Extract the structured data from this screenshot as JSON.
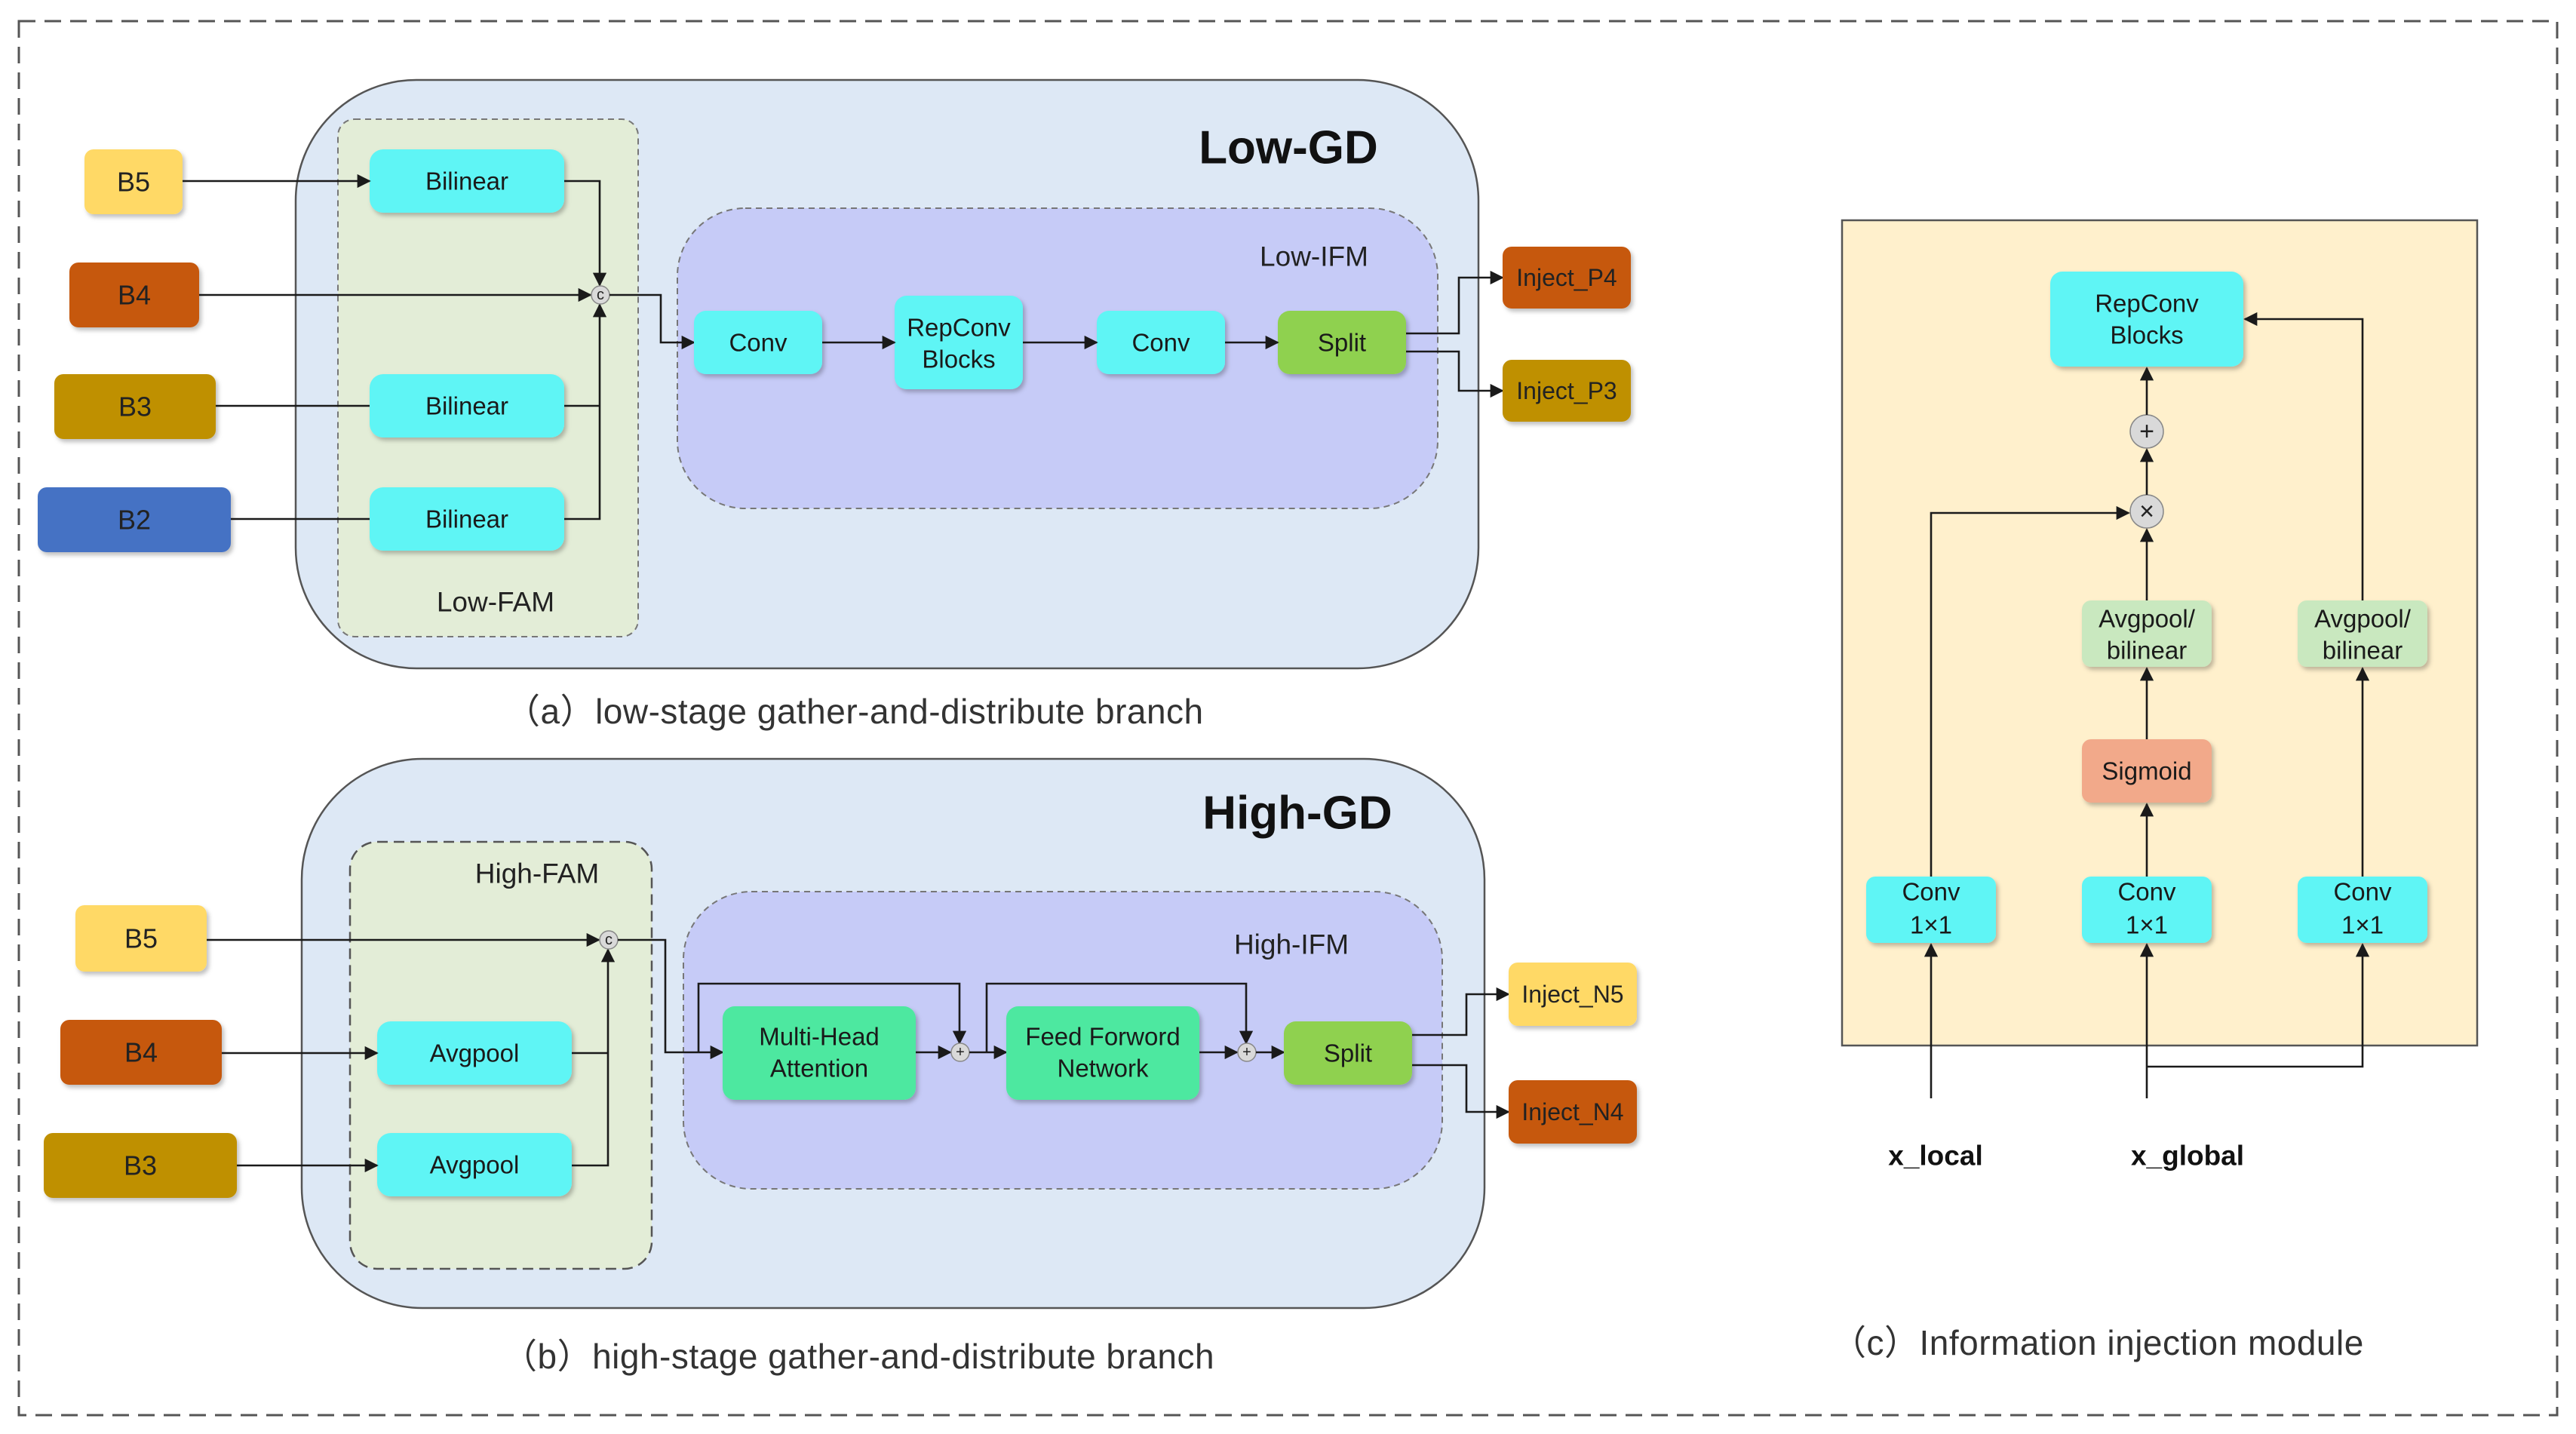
{
  "colors": {
    "panel_fill": "#dde8f5",
    "panel_stroke": "#555555",
    "fam_fill": "#e3edd7",
    "ifm_fill": "#c6cbf7",
    "cyan_block": "#5ef5f5",
    "green_block": "#8fd14f",
    "mint_block": "#4de8a0",
    "sigmoid_block": "#f2a98a",
    "pool_block": "#c9e8bf",
    "module_bg": "#fff0cc",
    "B5": "#ffd966",
    "B4": "#c65911",
    "B3": "#bf9000",
    "B2": "#4472c4",
    "inject_orange": "#c65911",
    "inject_gold": "#bf9000",
    "inject_yellow": "#ffd966"
  },
  "low_gd": {
    "title": "Low-GD",
    "fam_label": "Low-FAM",
    "ifm_label": "Low-IFM",
    "inputs": [
      "B5",
      "B4",
      "B3",
      "B2"
    ],
    "bilinear_labels": [
      "Bilinear",
      "Bilinear",
      "Bilinear"
    ],
    "concat_symbol": "c",
    "blocks": {
      "conv1": "Conv",
      "repconv_line1": "RepConv",
      "repconv_line2": "Blocks",
      "conv2": "Conv",
      "split": "Split"
    },
    "outputs": [
      "Inject_P4",
      "Inject_P3"
    ],
    "caption": "（a）low-stage gather-and-distribute branch"
  },
  "high_gd": {
    "title": "High-GD",
    "fam_label": "High-FAM",
    "ifm_label": "High-IFM",
    "inputs": [
      "B5",
      "B4",
      "B3"
    ],
    "avgpool_labels": [
      "Avgpool",
      "Avgpool"
    ],
    "concat_symbol": "c",
    "add_symbol": "+",
    "blocks": {
      "mha_line1": "Multi-Head",
      "mha_line2": "Attention",
      "ffn_line1": "Feed Forword",
      "ffn_line2": "Network",
      "split": "Split"
    },
    "outputs": [
      "Inject_N5",
      "Inject_N4"
    ],
    "caption": "（b）high-stage gather-and-distribute branch"
  },
  "injection": {
    "repconv_line1": "RepConv",
    "repconv_line2": "Blocks",
    "add_symbol": "+",
    "mul_symbol": "×",
    "pool_line1": "Avgpool/",
    "pool_line2": "bilinear",
    "sigmoid": "Sigmoid",
    "conv_line1": "Conv",
    "conv_line2": "1×1",
    "x_local": "x_local",
    "x_global": "x_global",
    "caption": "（c）Information injection module"
  }
}
